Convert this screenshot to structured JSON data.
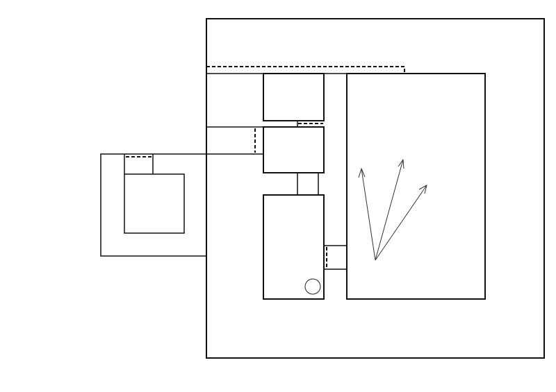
{
  "diagram": {
    "description_text": "",
    "colors": {
      "stroke": "#111111",
      "background": "#ffffff"
    },
    "elements": [
      {
        "id": "outer-enclosure",
        "kind": "rectangle"
      },
      {
        "id": "left-annex",
        "kind": "rectangle"
      },
      {
        "id": "left-annex-inner-room",
        "kind": "rectangle"
      },
      {
        "id": "top-left-chamber",
        "kind": "rectangle"
      },
      {
        "id": "middle-chamber",
        "kind": "rectangle"
      },
      {
        "id": "bottom-chamber",
        "kind": "rectangle"
      },
      {
        "id": "large-right-chamber",
        "kind": "rectangle"
      },
      {
        "id": "circular-marker",
        "kind": "circle"
      },
      {
        "id": "diverging-arrows",
        "kind": "arrow-group",
        "count": 3
      }
    ]
  }
}
